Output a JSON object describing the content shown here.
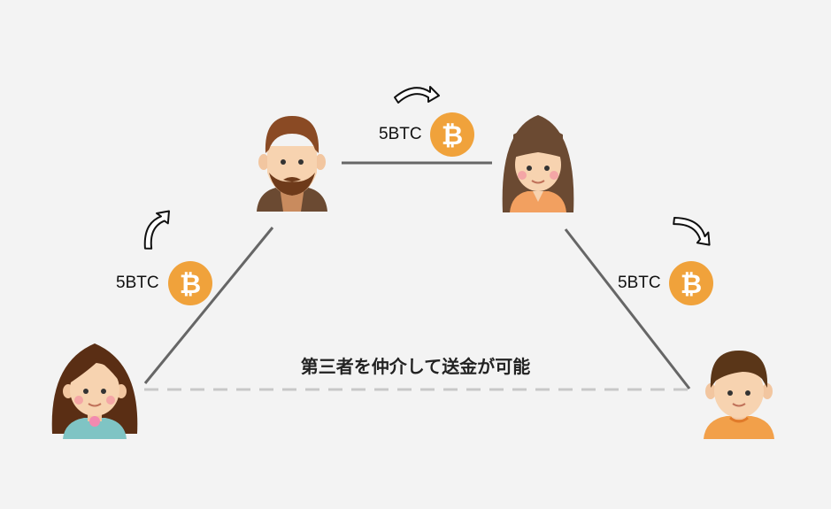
{
  "caption": "第三者を仲介して送金が可能",
  "transfers": [
    {
      "amount": "5BTC"
    },
    {
      "amount": "5BTC"
    },
    {
      "amount": "5BTC"
    }
  ],
  "coin_symbol": "₿",
  "colors": {
    "background": "#f3f3f3",
    "coin": "#f0a23b",
    "line": "#666666",
    "dashed": "#c8c8c8"
  },
  "icons": [
    "person-icon",
    "bitcoin-coin-icon",
    "curved-arrow-icon"
  ]
}
